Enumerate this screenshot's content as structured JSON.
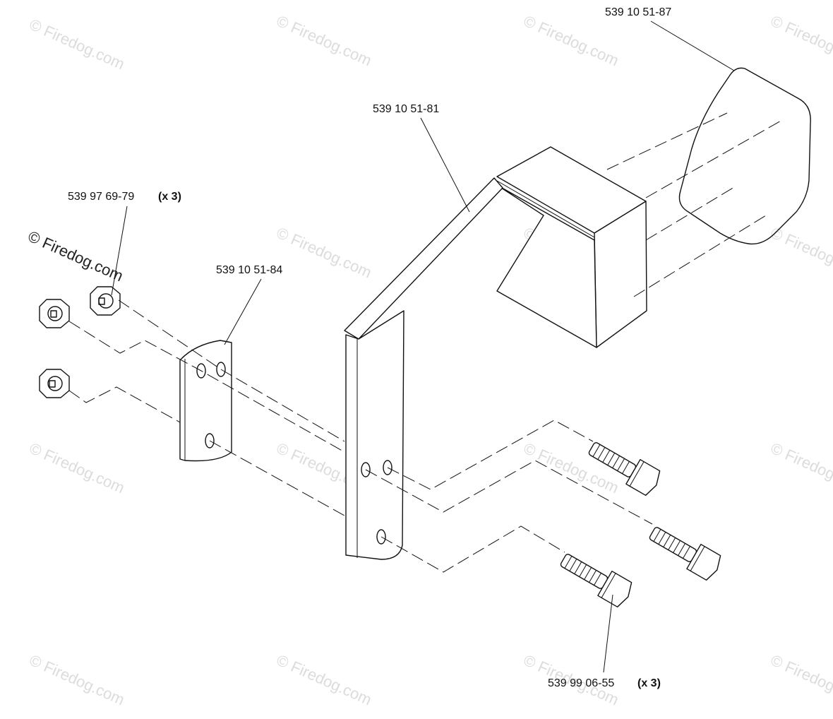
{
  "watermark": {
    "text": "© Firedog.com"
  },
  "parts": [
    {
      "id": "shield",
      "number": "539 10 51-87",
      "qty": ""
    },
    {
      "id": "bracket",
      "number": "539 10 51-81",
      "qty": ""
    },
    {
      "id": "nut",
      "number": "539 97 69-79",
      "qty": "(x 3)"
    },
    {
      "id": "plate",
      "number": "539 10 51-84",
      "qty": ""
    },
    {
      "id": "bolt",
      "number": "539 99 06-55",
      "qty": "(x 3)"
    }
  ]
}
